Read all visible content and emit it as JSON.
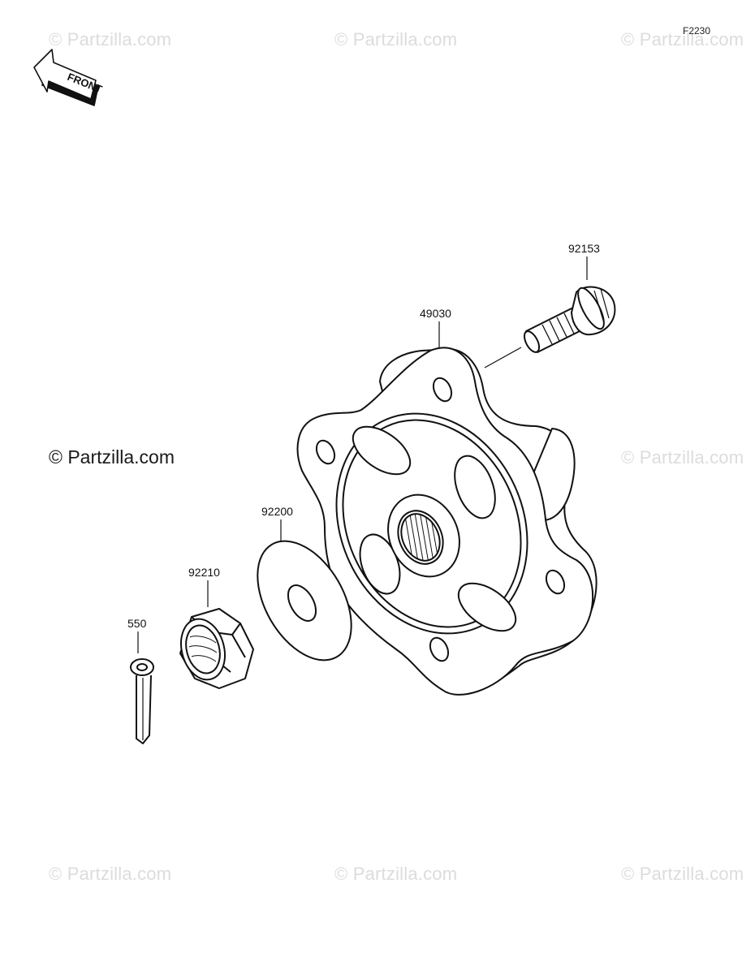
{
  "figure_code": "F2230",
  "front_label": "FRONT",
  "watermark": {
    "text": "© Partzilla.com"
  },
  "parts": [
    {
      "number": "92153"
    },
    {
      "number": "49030"
    },
    {
      "number": "92200"
    },
    {
      "number": "92210"
    },
    {
      "number": "550"
    }
  ]
}
